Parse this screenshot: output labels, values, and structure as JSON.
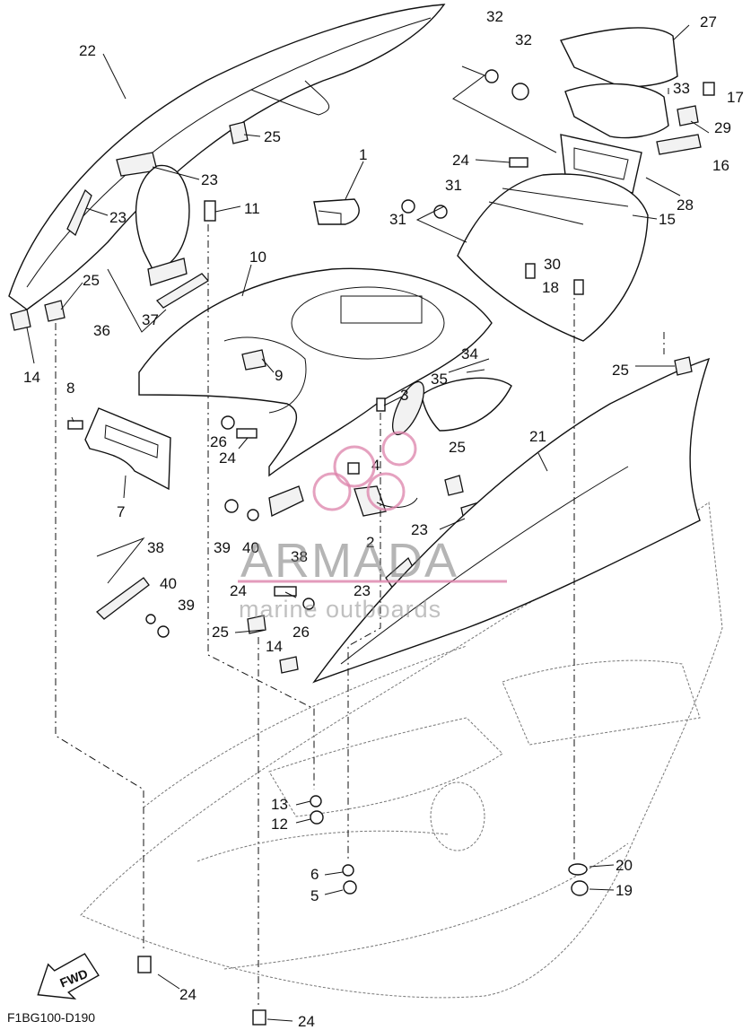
{
  "diagram": {
    "code": "F1BG100-D190",
    "fwd_label": "FWD",
    "watermark": {
      "main": "ARMADA",
      "sub": "marine outboards"
    },
    "callouts": [
      {
        "id": "c-22",
        "label": "22"
      },
      {
        "id": "c-25a",
        "label": "25"
      },
      {
        "id": "c-23a",
        "label": "23"
      },
      {
        "id": "c-23b",
        "label": "23"
      },
      {
        "id": "c-25b",
        "label": "25"
      },
      {
        "id": "c-14a",
        "label": "14"
      },
      {
        "id": "c-36",
        "label": "36"
      },
      {
        "id": "c-37",
        "label": "37"
      },
      {
        "id": "c-11",
        "label": "11"
      },
      {
        "id": "c-10",
        "label": "10"
      },
      {
        "id": "c-1",
        "label": "1"
      },
      {
        "id": "c-9",
        "label": "9"
      },
      {
        "id": "c-8",
        "label": "8"
      },
      {
        "id": "c-7",
        "label": "7"
      },
      {
        "id": "c-26a",
        "label": "26"
      },
      {
        "id": "c-24a",
        "label": "24"
      },
      {
        "id": "c-3",
        "label": "3"
      },
      {
        "id": "c-4",
        "label": "4"
      },
      {
        "id": "c-2",
        "label": "2"
      },
      {
        "id": "c-39a",
        "label": "39"
      },
      {
        "id": "c-40a",
        "label": "40"
      },
      {
        "id": "c-38a",
        "label": "38"
      },
      {
        "id": "c-38b",
        "label": "38"
      },
      {
        "id": "c-40b",
        "label": "40"
      },
      {
        "id": "c-39b",
        "label": "39"
      },
      {
        "id": "c-24b",
        "label": "24"
      },
      {
        "id": "c-26b",
        "label": "26"
      },
      {
        "id": "c-25c",
        "label": "25"
      },
      {
        "id": "c-14b",
        "label": "14"
      },
      {
        "id": "c-23c",
        "label": "23"
      },
      {
        "id": "c-23d",
        "label": "23"
      },
      {
        "id": "c-25d",
        "label": "25"
      },
      {
        "id": "c-21",
        "label": "21"
      },
      {
        "id": "c-34",
        "label": "34"
      },
      {
        "id": "c-35",
        "label": "35"
      },
      {
        "id": "c-32a",
        "label": "32"
      },
      {
        "id": "c-32b",
        "label": "32"
      },
      {
        "id": "c-27",
        "label": "27"
      },
      {
        "id": "c-33",
        "label": "33"
      },
      {
        "id": "c-17",
        "label": "17"
      },
      {
        "id": "c-29",
        "label": "29"
      },
      {
        "id": "c-16",
        "label": "16"
      },
      {
        "id": "c-28",
        "label": "28"
      },
      {
        "id": "c-24c",
        "label": "24"
      },
      {
        "id": "c-31a",
        "label": "31"
      },
      {
        "id": "c-31b",
        "label": "31"
      },
      {
        "id": "c-15",
        "label": "15"
      },
      {
        "id": "c-30",
        "label": "30"
      },
      {
        "id": "c-18",
        "label": "18"
      },
      {
        "id": "c-25e",
        "label": "25"
      },
      {
        "id": "c-13",
        "label": "13"
      },
      {
        "id": "c-12",
        "label": "12"
      },
      {
        "id": "c-6",
        "label": "6"
      },
      {
        "id": "c-5",
        "label": "5"
      },
      {
        "id": "c-20",
        "label": "20"
      },
      {
        "id": "c-19",
        "label": "19"
      },
      {
        "id": "c-24d",
        "label": "24"
      },
      {
        "id": "c-24e",
        "label": "24"
      }
    ]
  }
}
